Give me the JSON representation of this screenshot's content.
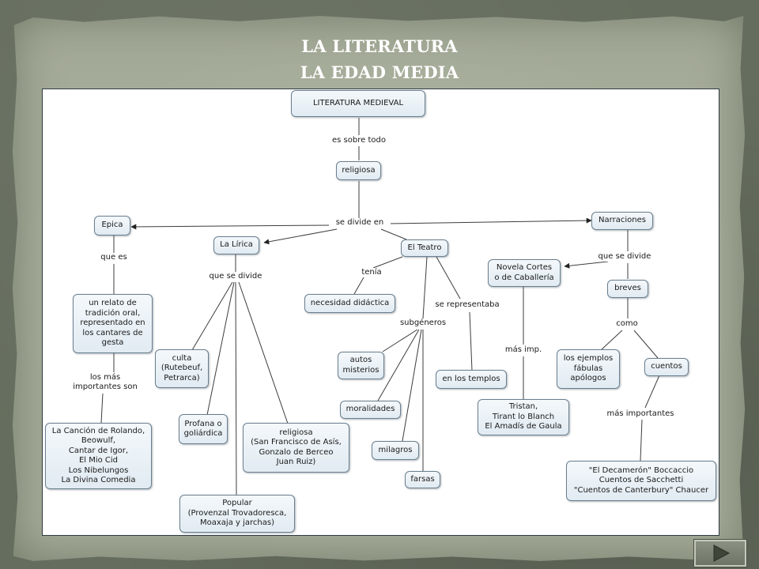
{
  "title": {
    "line1": "LA LITERATURA",
    "line2": "LA EDAD MEDIA"
  },
  "concept_map": {
    "nodes": {
      "literatura_medieval": "LITERATURA MEDIEVAL",
      "religiosa": "religiosa",
      "epica": "Epica",
      "lirica": "La Lírica",
      "teatro": "El Teatro",
      "narraciones": "Narraciones",
      "relato": "un relato de\ntradición oral,\nrepresentado en\nlos cantares de\ngesta",
      "cancion_rolando": "La Canción de Rolando,\nBeowulf,\nCantar de Igor,\nEl Mio Cid\nLos Nibelungos\nLa Divina Comedia",
      "culta": "culta\n(Rutebeuf,\nPetrarca)",
      "profana": "Profana o\ngoliárdica",
      "popular": "Popular\n(Provenzal Trovadoresca,\nMoaxaja y jarchas)",
      "religiosa_lirica": "religiosa\n(San Francisco de Asís,\nGonzalo de Berceo\nJuan Ruiz)",
      "necesidad_didactica": "necesidad didáctica",
      "autos": "autos\nmisterios",
      "moralidades": "moralidades",
      "milagros": "milagros",
      "farsas": "farsas",
      "templos": "en los templos",
      "novela_cortes": "Novela Cortes\no de Caballería",
      "tristan": "Tristan,\nTirant lo Blanch\nEl Amadís de Gaula",
      "breves": "breves",
      "ejemplos": "los ejemplos\nfábulas\napólogos",
      "cuentos": "cuentos",
      "decameron": "\"El Decamerón\" Boccaccio\nCuentos de Sacchetti\n\"Cuentos de Canterbury\" Chaucer"
    },
    "links": {
      "es_sobre_todo": "es sobre todo",
      "se_divide_en": "se divide en",
      "que_es": "que es",
      "los_mas_importantes": "los más\nimportantes son",
      "que_se_divide_lirica": "que se divide",
      "tenia": "tenía",
      "subgeneros": "subgéneros",
      "se_representaba": "se representaba",
      "que_se_divide_narr": "que se divide",
      "mas_imp": "más imp.",
      "como": "como",
      "mas_importantes": "más importantes"
    }
  },
  "colors": {
    "node_border": "#6a7f8f",
    "node_fill": "#e8eff5",
    "line": "#4a4a4a",
    "background_paper": "#a4ab98"
  },
  "navigation": {
    "next_icon": "play-triangle-icon"
  }
}
